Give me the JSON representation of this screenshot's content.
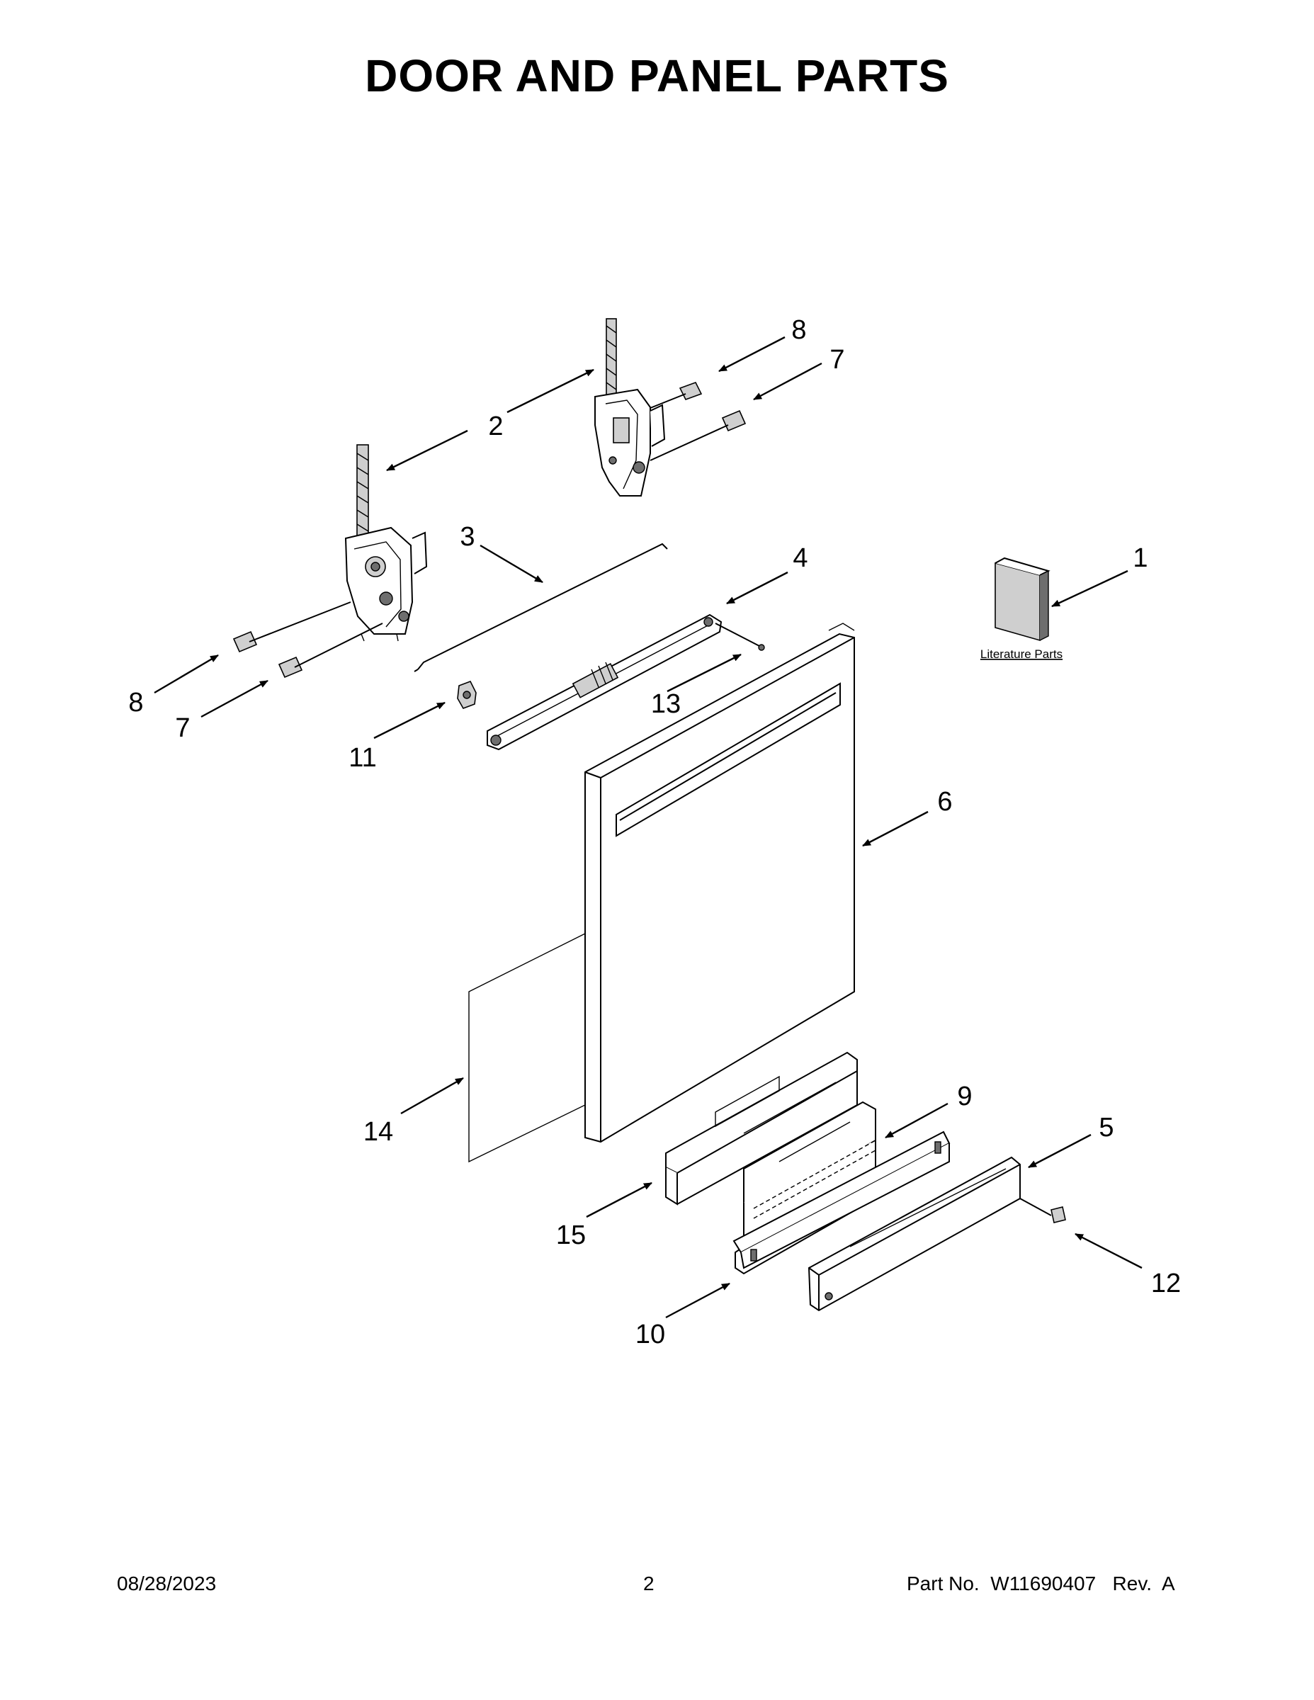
{
  "title": "DOOR AND PANEL PARTS",
  "callouts": [
    "1",
    "2",
    "3",
    "4",
    "5",
    "6",
    "7",
    "8",
    "9",
    "10",
    "11",
    "12",
    "13",
    "14",
    "15"
  ],
  "literature_label": "Literature Parts",
  "footer": {
    "date": "08/28/2023",
    "page": "2",
    "part": "Part No.  W11690407   Rev.  A"
  }
}
